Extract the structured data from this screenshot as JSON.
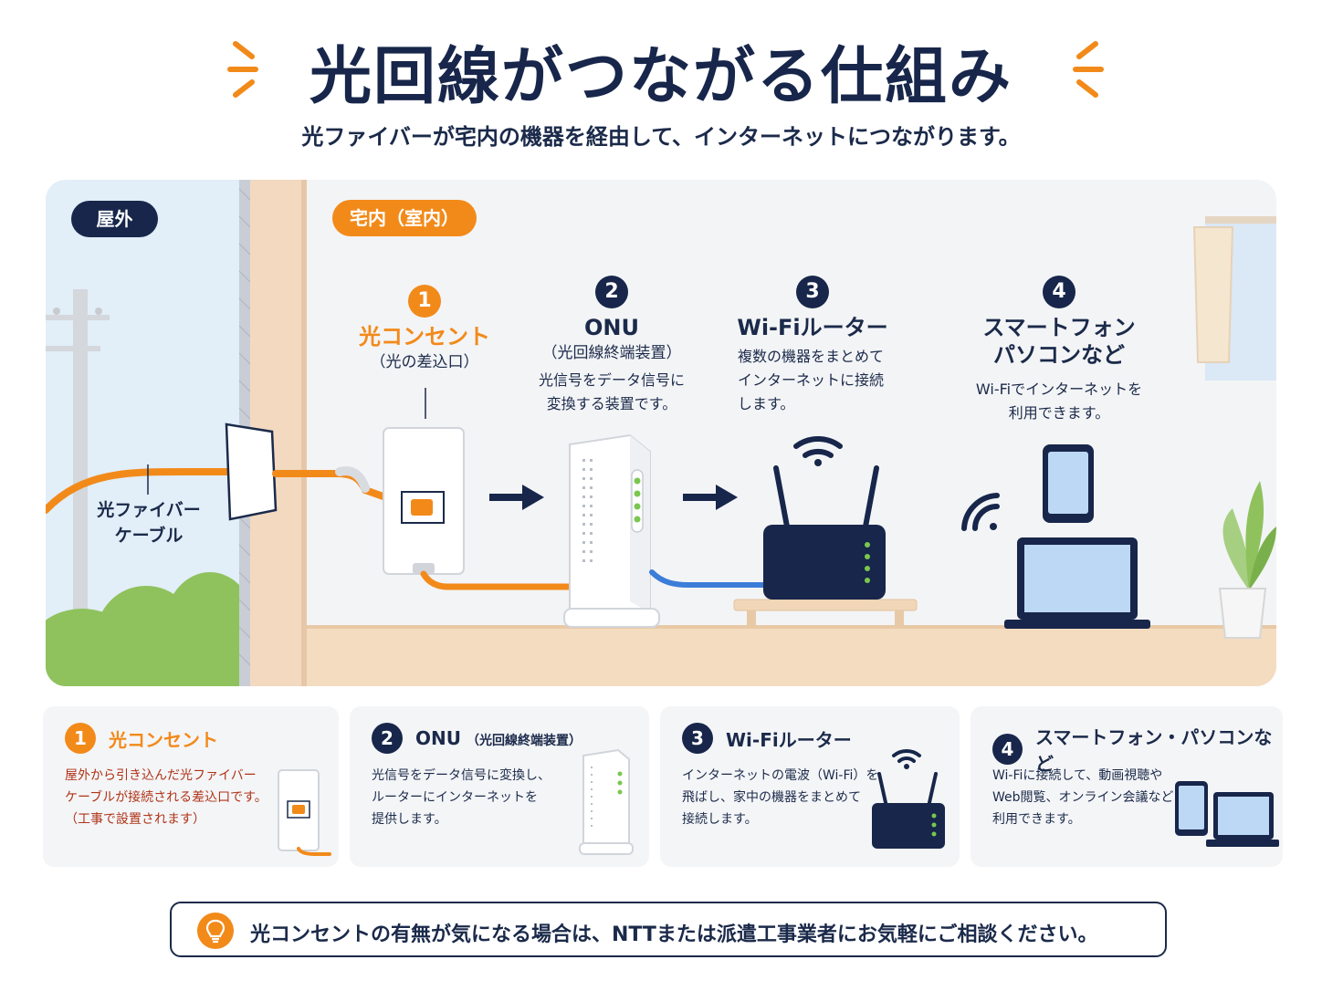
{
  "title": "光回線がつながる仕組み",
  "subtitle": "光ファイバーが宅内の機器を経由して、インターネットにつながります。",
  "colors": {
    "navy": "#17264a",
    "orange": "#f28a1a",
    "blue": "#3b7dd8"
  },
  "zones": {
    "outdoor": "屋外",
    "indoor": "宅内（室内）"
  },
  "fiber_label": [
    "光ファイバー",
    "ケーブル"
  ],
  "steps": [
    {
      "num": "1",
      "name": "光コンセント",
      "sub": "（光の差込口）",
      "desc": []
    },
    {
      "num": "2",
      "name": "ONU",
      "sub": "（光回線終端装置）",
      "desc": [
        "光信号をデータ信号に",
        "変換する装置です。"
      ]
    },
    {
      "num": "3",
      "name": "Wi-Fiルーター",
      "sub": "",
      "desc": [
        "複数の機器をまとめて",
        "インターネットに接続",
        "します。"
      ]
    },
    {
      "num": "4",
      "name": [
        "スマートフォン",
        "パソコンなど"
      ],
      "sub": "",
      "desc": [
        "Wi-Fiでインターネットを",
        "利用できます。"
      ]
    }
  ],
  "cards": [
    {
      "num": "1",
      "title": "光コンセント",
      "note": "",
      "desc": [
        "屋外から引き込んだ光ファイバー",
        "ケーブルが接続される差込口です。",
        "（工事で設置されます）"
      ],
      "icon": "outlet-icon"
    },
    {
      "num": "2",
      "title": "ONU",
      "note": "（光回線終端装置）",
      "desc": [
        "光信号をデータ信号に変換し、",
        "ルーターにインターネットを",
        "提供します。"
      ],
      "icon": "onu-icon"
    },
    {
      "num": "3",
      "title": "Wi-Fiルーター",
      "note": "",
      "desc": [
        "インターネットの電波（Wi-Fi）を",
        "飛ばし、家中の機器をまとめて",
        "接続します。"
      ],
      "icon": "router-icon"
    },
    {
      "num": "4",
      "title": "スマートフォン・パソコンなど",
      "note": "",
      "desc": [
        "Wi-Fiに接続して、動画視聴や",
        "Web閲覧、オンライン会議などを",
        "利用できます。"
      ],
      "icon": "devices-icon"
    }
  ],
  "notice": {
    "text": "光コンセントの有無が気になる場合は、NTTまたは派遣工事業者にお気軽にご相談ください。",
    "icon": "lightbulb-icon"
  }
}
